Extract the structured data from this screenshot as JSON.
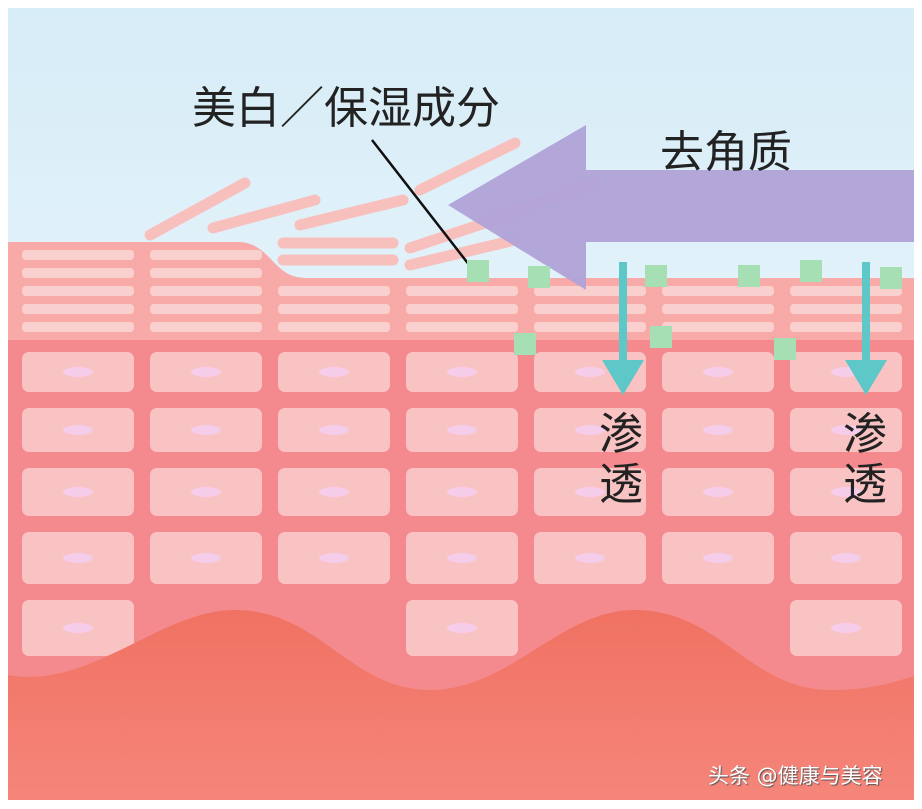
{
  "labels": {
    "ingredients": "美白／保湿成分",
    "exfoliation": "去角质",
    "penetration_1": "渗透",
    "penetration_2": "渗透"
  },
  "watermark": "头条 @健康与美容",
  "colors": {
    "sky_top": "#d6ecf7",
    "sky_bottom": "#f6fbfe",
    "stratum": "#f7aaa8",
    "stratum_line": "#fad0cf",
    "living_layer": "#f48a8e",
    "cell": "#f8c3c2",
    "nucleus": "#f5cdea",
    "dermis": "#f17a68",
    "arrow_purple": "#b0a2d8",
    "arrow_teal": "#5ec7c8",
    "particle": "#a6dfb4"
  }
}
